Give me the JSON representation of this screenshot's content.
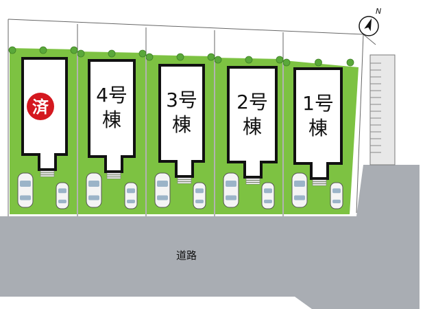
{
  "compass": {
    "north_label": "N"
  },
  "road": {
    "label": "道路"
  },
  "lots": [
    {
      "label": "済",
      "badge": true,
      "badge_color": "#d4181f"
    },
    {
      "label": "4号棟",
      "badge": false
    },
    {
      "label": "3号棟",
      "badge": false
    },
    {
      "label": "2号棟",
      "badge": false
    },
    {
      "label": "1号棟",
      "badge": false
    }
  ],
  "colors": {
    "lawn": "#7dc242",
    "road": "#a9adb3",
    "building_outline": "#111111",
    "tree": "#5aa83a"
  }
}
